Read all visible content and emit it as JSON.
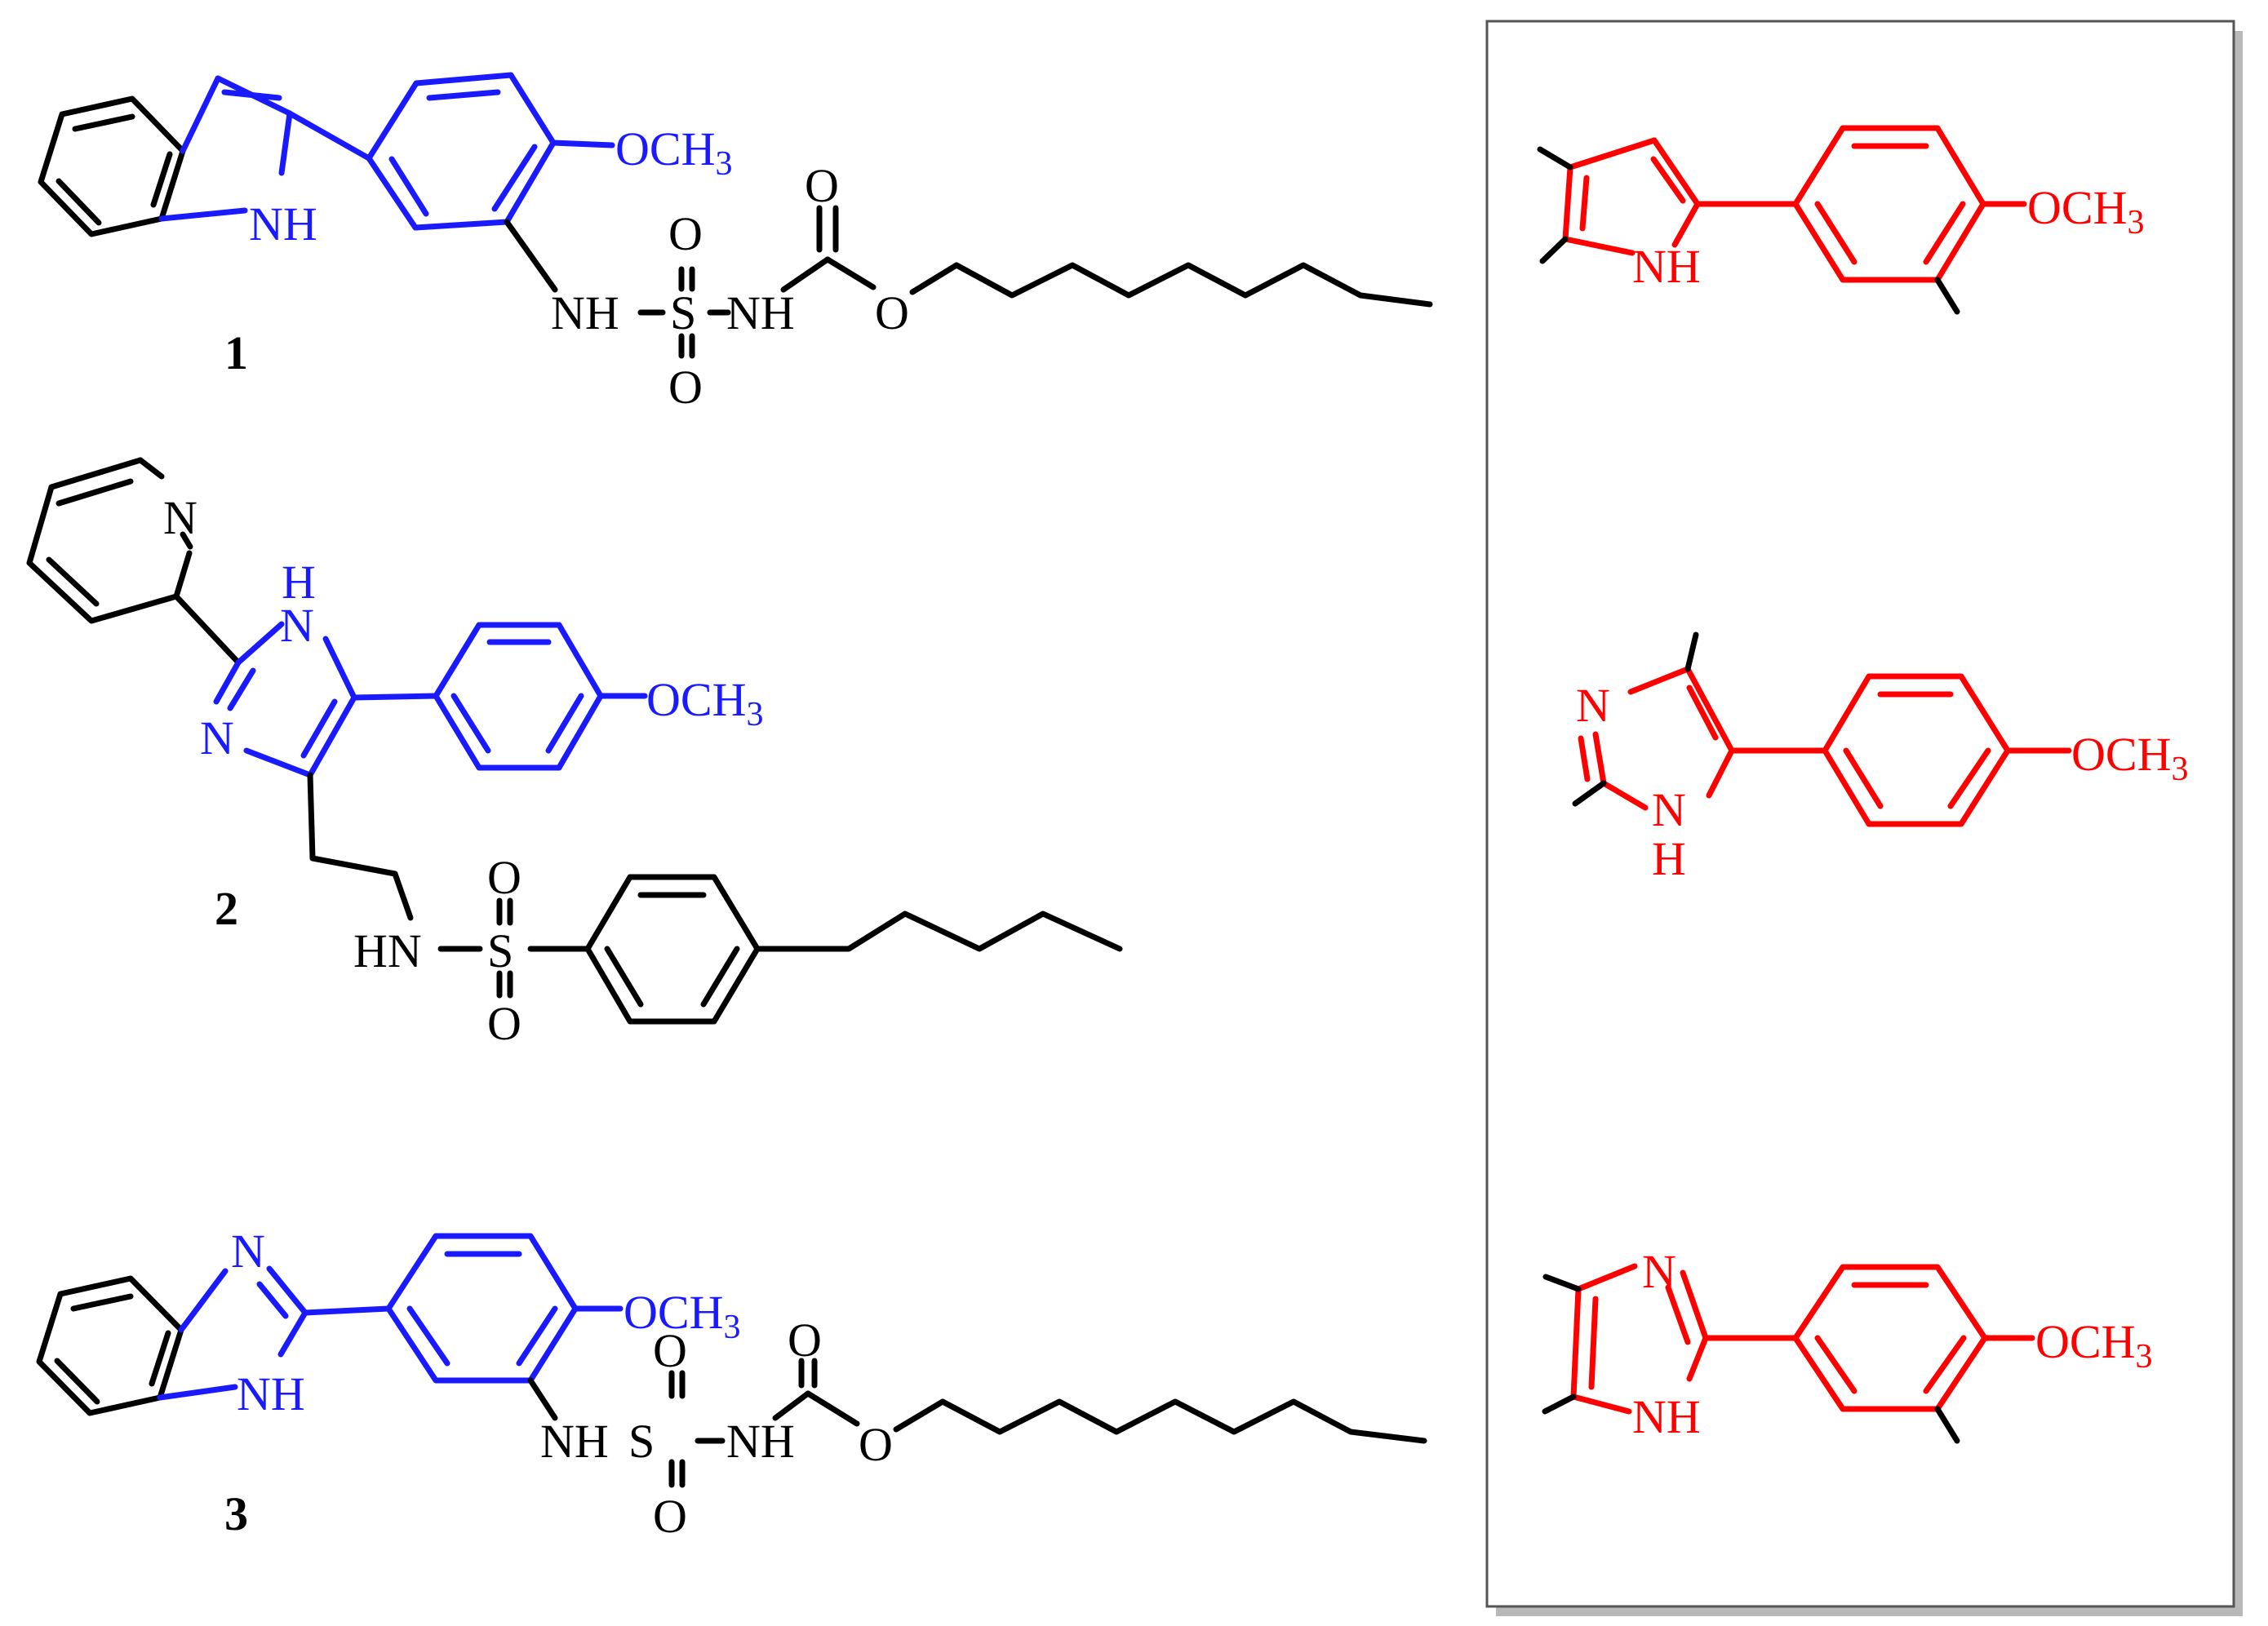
{
  "colors": {
    "bond_black": "#000000",
    "highlight_blue": "#1a1aff",
    "pharmacophore_red": "#ff0000",
    "box_border": "#555555",
    "box_shadow": "#b8b8b8"
  },
  "compounds": [
    {
      "label": "1",
      "atoms": {
        "ring_nh": "NH",
        "methoxy": "OCH3",
        "methoxy_base": "OCH",
        "methoxy_sub": "3",
        "nh_left": "NH",
        "sulfur": "S",
        "nh_right": "NH",
        "oxo_top": "O",
        "oxo_bottom": "O",
        "carbonyl_o": "O",
        "ester_o": "O"
      }
    },
    {
      "label": "2",
      "atoms": {
        "pyridine_n": "N",
        "ring_h": "H",
        "ring_n_upper": "N",
        "ring_n_lower": "N",
        "methoxy": "OCH3",
        "methoxy_base": "OCH",
        "methoxy_sub": "3",
        "sulfonamide_hn": "HN",
        "sulfur": "S",
        "oxo_top": "O",
        "oxo_bottom": "O"
      }
    },
    {
      "label": "3",
      "atoms": {
        "ring_n": "N",
        "ring_nh": "NH",
        "methoxy": "OCH3",
        "methoxy_base": "OCH",
        "methoxy_sub": "3",
        "nh_left": "NH",
        "sulfur": "S",
        "nh_right": "NH",
        "oxo_top": "O",
        "oxo_bottom": "O",
        "carbonyl_o": "O",
        "ester_o": "O"
      }
    }
  ],
  "scaffolds": [
    {
      "atoms": {
        "ring_nh": "NH",
        "methoxy": "OCH3",
        "methoxy_base": "OCH",
        "methoxy_sub": "3"
      }
    },
    {
      "atoms": {
        "ring_n": "N",
        "ring_n2": "N",
        "ring_h": "H",
        "methoxy": "OCH3",
        "methoxy_base": "OCH",
        "methoxy_sub": "3"
      }
    },
    {
      "atoms": {
        "ring_n": "N",
        "ring_nh": "NH",
        "methoxy": "OCH3",
        "methoxy_base": "OCH",
        "methoxy_sub": "3"
      }
    }
  ]
}
